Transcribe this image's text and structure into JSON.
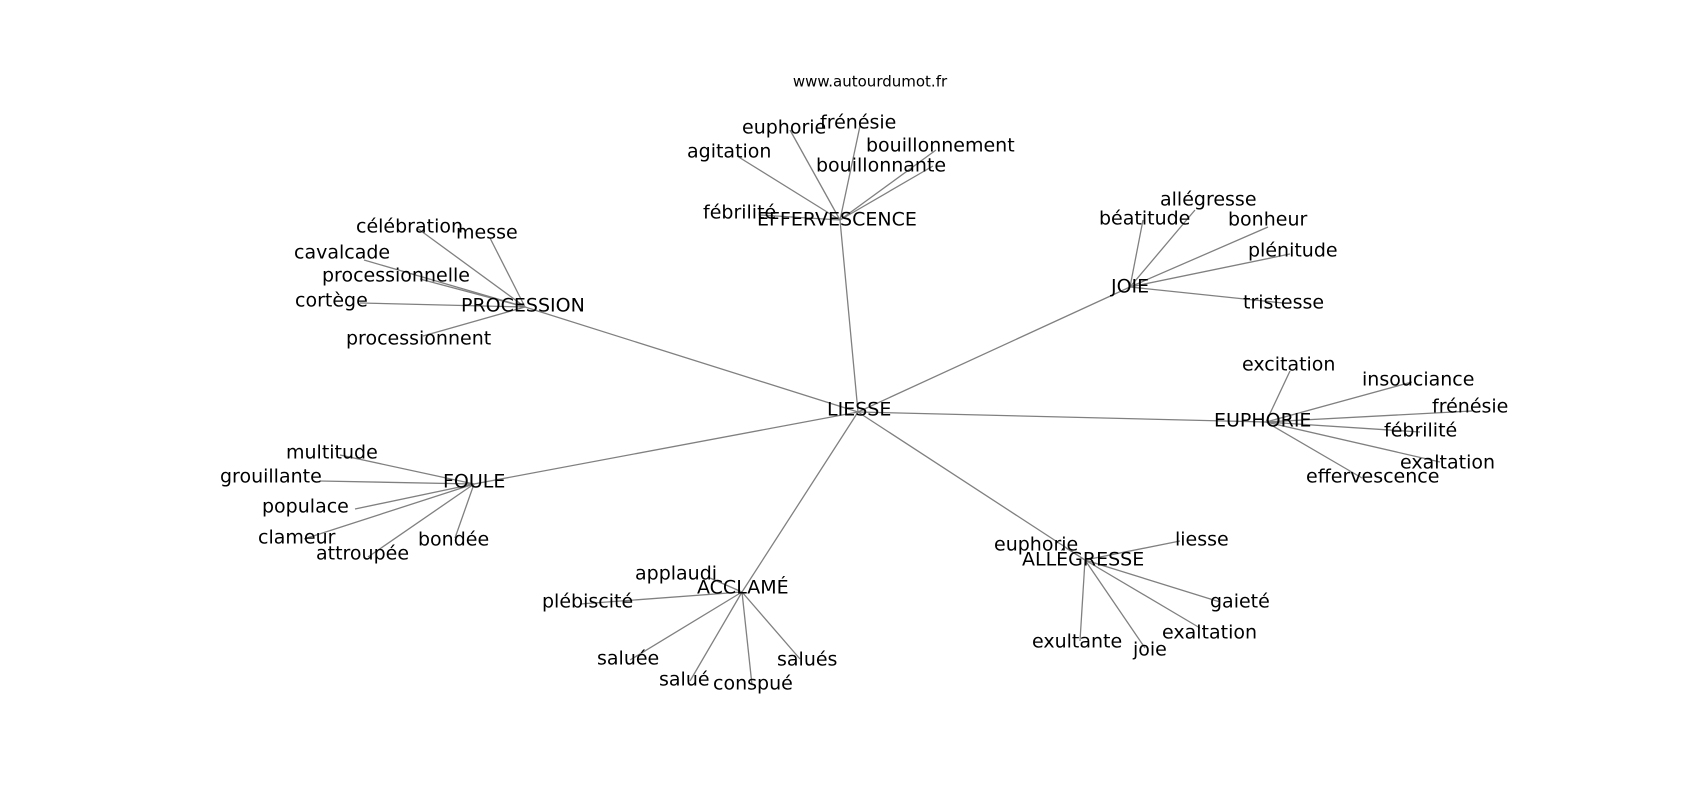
{
  "source_label": "www.autourdumot.fr",
  "center": {
    "id": "liesse",
    "label": "LIESSE"
  },
  "hubs": [
    {
      "id": "effervescence",
      "label": "EFFERVESCENCE",
      "leaves": [
        {
          "id": "euphorie",
          "label": "euphorie"
        },
        {
          "id": "frenesie",
          "label": "frénésie"
        },
        {
          "id": "bouillonnement",
          "label": "bouillonnement"
        },
        {
          "id": "agitation",
          "label": "agitation"
        },
        {
          "id": "bouillonnante",
          "label": "bouillonnante"
        },
        {
          "id": "febrilite",
          "label": "fébrilité"
        }
      ]
    },
    {
      "id": "joie",
      "label": "JOIE",
      "leaves": [
        {
          "id": "allegresse",
          "label": "allégresse"
        },
        {
          "id": "beatitude",
          "label": "béatitude"
        },
        {
          "id": "bonheur",
          "label": "bonheur"
        },
        {
          "id": "plenitude",
          "label": "plénitude"
        },
        {
          "id": "tristesse",
          "label": "tristesse"
        }
      ]
    },
    {
      "id": "procession",
      "label": "PROCESSION",
      "leaves": [
        {
          "id": "celebration",
          "label": "célébration"
        },
        {
          "id": "messe",
          "label": "messe"
        },
        {
          "id": "cavalcade",
          "label": "cavalcade"
        },
        {
          "id": "processionnelle",
          "label": "processionnelle"
        },
        {
          "id": "cortege",
          "label": "cortège"
        },
        {
          "id": "processionnent",
          "label": "processionnent"
        }
      ]
    },
    {
      "id": "euphorie-hub",
      "label": "EUPHORIE",
      "leaves": [
        {
          "id": "excitation",
          "label": "excitation"
        },
        {
          "id": "insouciance",
          "label": "insouciance"
        },
        {
          "id": "frenesie",
          "label": "frénésie"
        },
        {
          "id": "febrilite",
          "label": "fébrilité"
        },
        {
          "id": "exaltation",
          "label": "exaltation"
        },
        {
          "id": "effervescence",
          "label": "effervescence"
        }
      ]
    },
    {
      "id": "foule",
      "label": "FOULE",
      "leaves": [
        {
          "id": "multitude",
          "label": "multitude"
        },
        {
          "id": "grouillante",
          "label": "grouillante"
        },
        {
          "id": "populace",
          "label": "populace"
        },
        {
          "id": "clameur",
          "label": "clameur"
        },
        {
          "id": "bondee",
          "label": "bondée"
        },
        {
          "id": "attroupee",
          "label": "attroupée"
        }
      ]
    },
    {
      "id": "allegresse-hub",
      "label": "ALLÉGRESSE",
      "leaves": [
        {
          "id": "euphorie",
          "label": "euphorie"
        },
        {
          "id": "liesse",
          "label": "liesse"
        },
        {
          "id": "gaiete",
          "label": "gaieté"
        },
        {
          "id": "exaltation",
          "label": "exaltation"
        },
        {
          "id": "exultante",
          "label": "exultante"
        },
        {
          "id": "joie",
          "label": "joie"
        }
      ]
    },
    {
      "id": "acclame",
      "label": "ACCLAMÉ",
      "leaves": [
        {
          "id": "applaudi",
          "label": "applaudi"
        },
        {
          "id": "plebiscite",
          "label": "plébiscité"
        },
        {
          "id": "saluee",
          "label": "saluée"
        },
        {
          "id": "salue",
          "label": "salué"
        },
        {
          "id": "conspue",
          "label": "conspué"
        },
        {
          "id": "salues",
          "label": "salués"
        }
      ]
    }
  ]
}
